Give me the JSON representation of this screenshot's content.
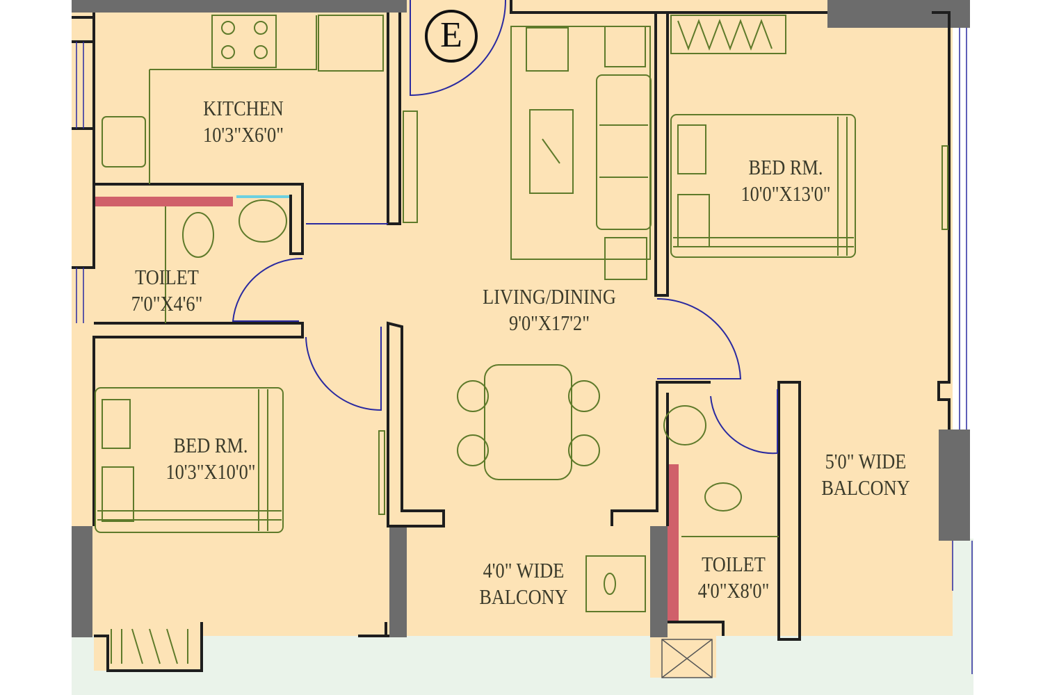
{
  "colors": {
    "floor": "#fde3b6",
    "wall": "#1e1e1e",
    "gray_wall": "#6c6c6c",
    "furniture": "#5e7a2a",
    "door": "#2a2aa0",
    "wet_wall": "#d0606a",
    "outside": "#eaf3ea"
  },
  "entrance_marker": "E",
  "rooms": [
    {
      "name": "KITCHEN",
      "size": "10'3\"X6'0\""
    },
    {
      "name": "TOILET",
      "size": "7'0\"X4'6\""
    },
    {
      "name": "LIVING/DINING",
      "size": "9'0\"X17'2\""
    },
    {
      "name": "BED RM.",
      "size": "10'0\"X13'0\""
    },
    {
      "name": "BED RM.",
      "size": "10'3\"X10'0\""
    },
    {
      "name": "5'0\" WIDE",
      "size": "BALCONY"
    },
    {
      "name": "4'0\" WIDE",
      "size": "BALCONY"
    },
    {
      "name": "TOILET",
      "size": "4'0\"X8'0\""
    }
  ]
}
